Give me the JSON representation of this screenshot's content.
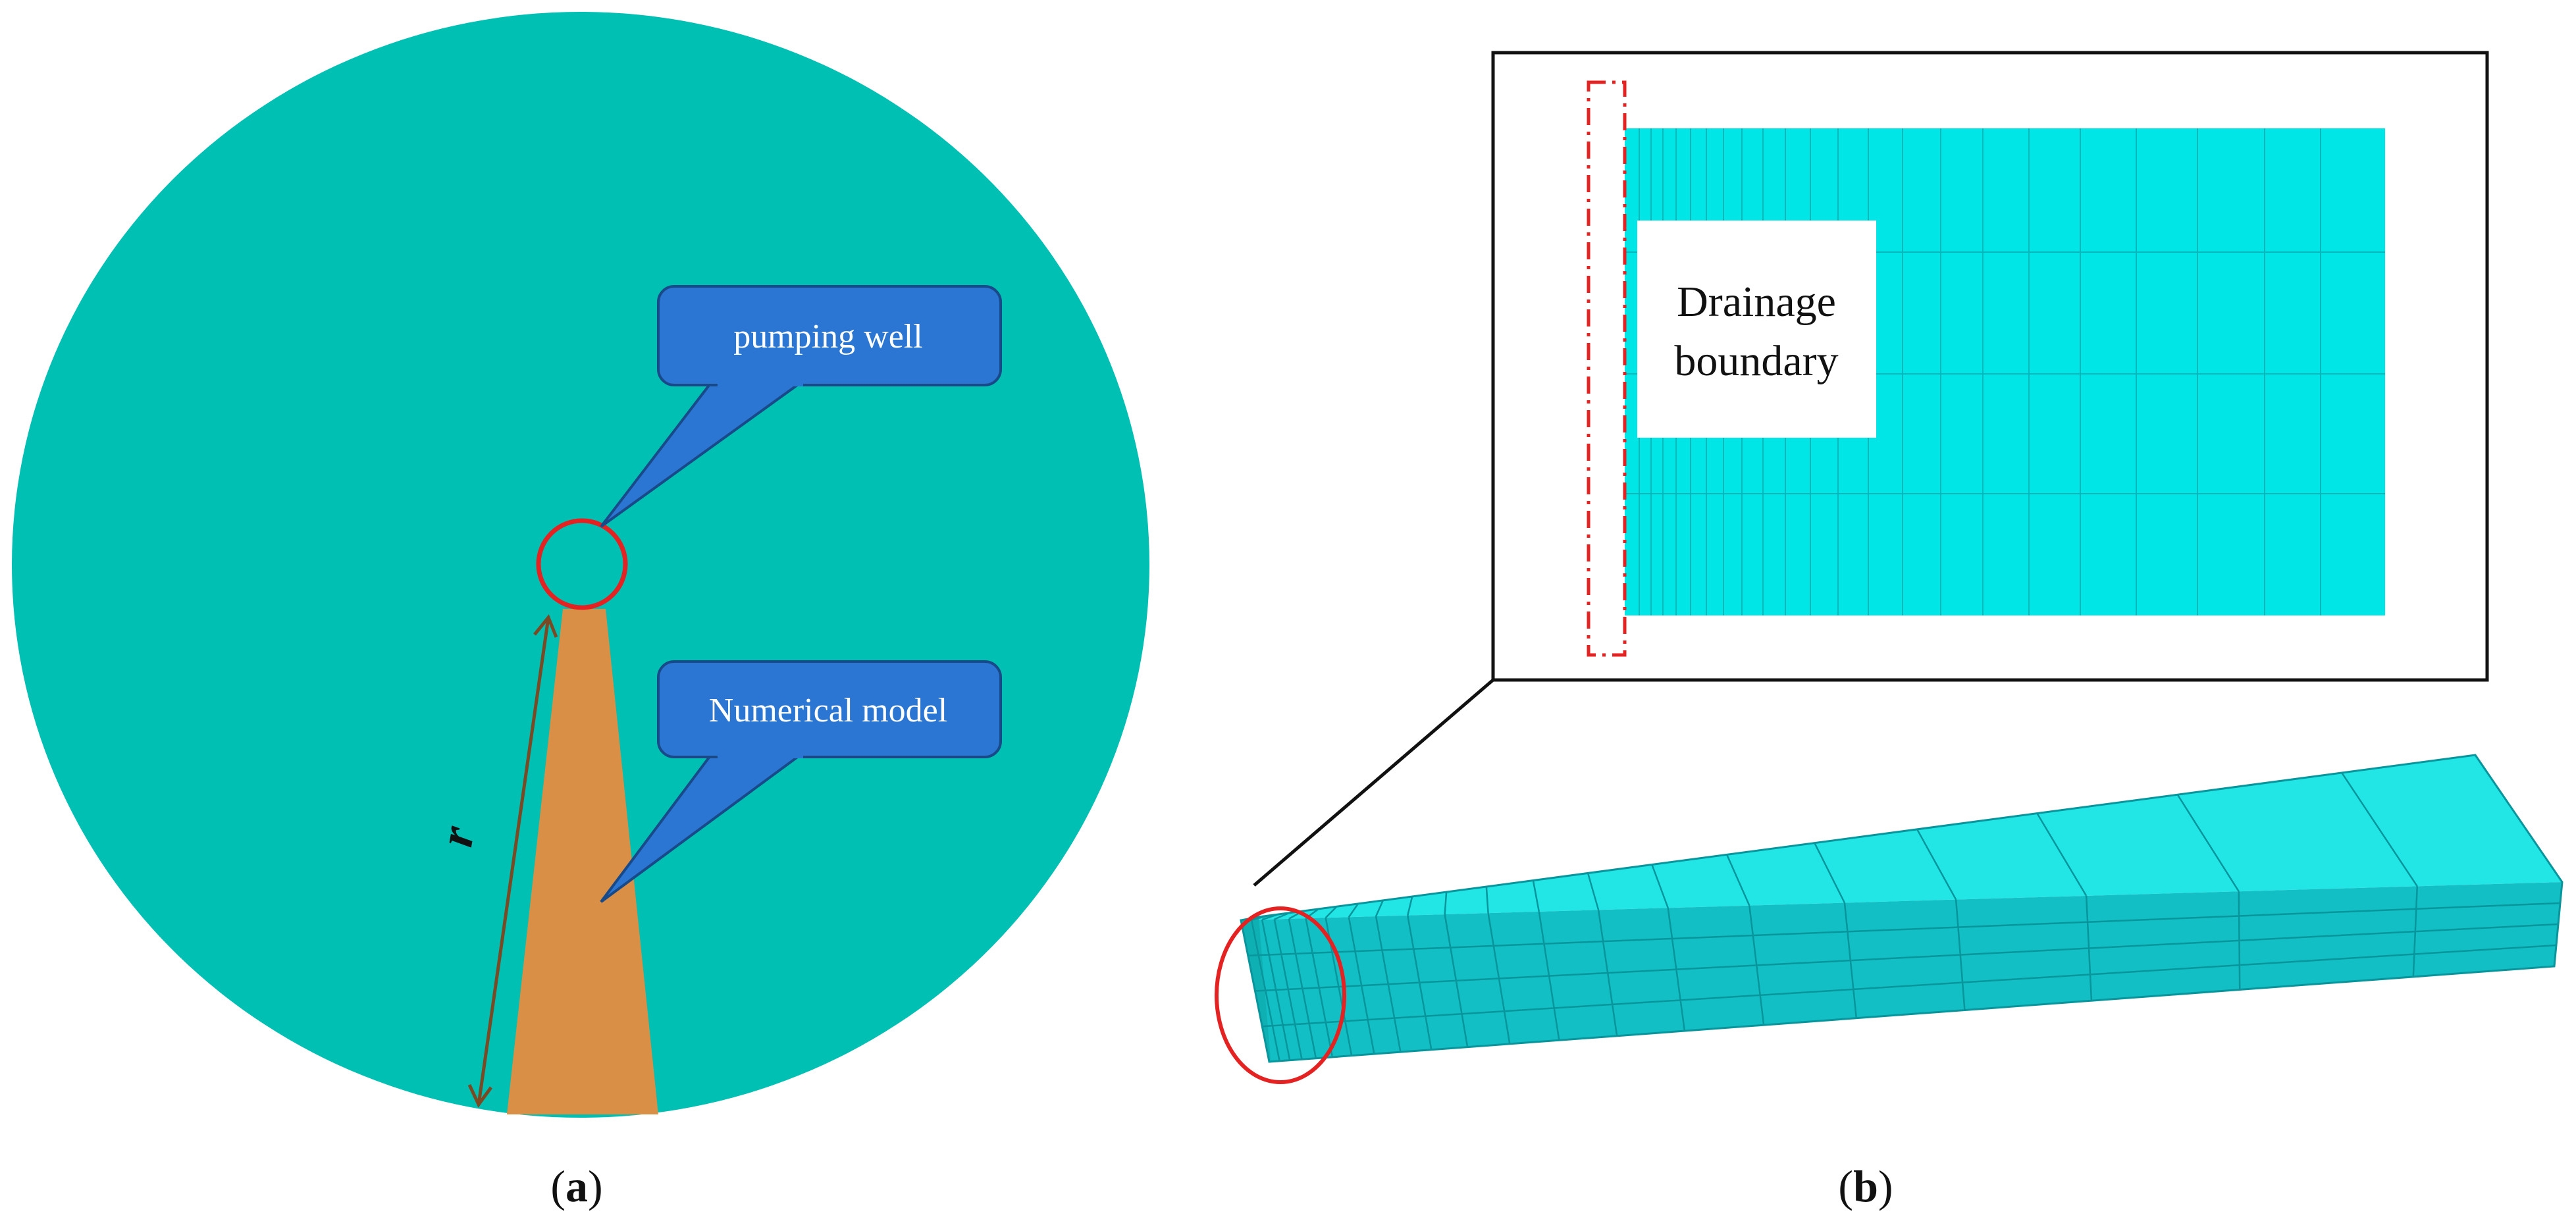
{
  "colors": {
    "aquifer": "#00BFB3",
    "model_wedge": "#D98F45",
    "callout": "#2B76D2",
    "callout_border": "#184A8A",
    "well_ring": "#E52222",
    "radius_arrow": "#7A4A24",
    "mesh_fill": "#00E5E5",
    "mesh_top": "#22E6E6",
    "mesh_side": "#12BFC4",
    "mesh_line": "#08959C",
    "frame": "#111111",
    "drainage_outline": "#E52222"
  },
  "panel_a": {
    "caption_open": "(",
    "caption_letter": "a",
    "caption_close": ")",
    "callout_well": "pumping well",
    "callout_model": "Numerical model",
    "radius_label": "r"
  },
  "panel_b": {
    "caption_open": "(",
    "caption_letter": "b",
    "caption_close": ")",
    "drainage_line1": "Drainage",
    "drainage_line2": "boundary"
  }
}
